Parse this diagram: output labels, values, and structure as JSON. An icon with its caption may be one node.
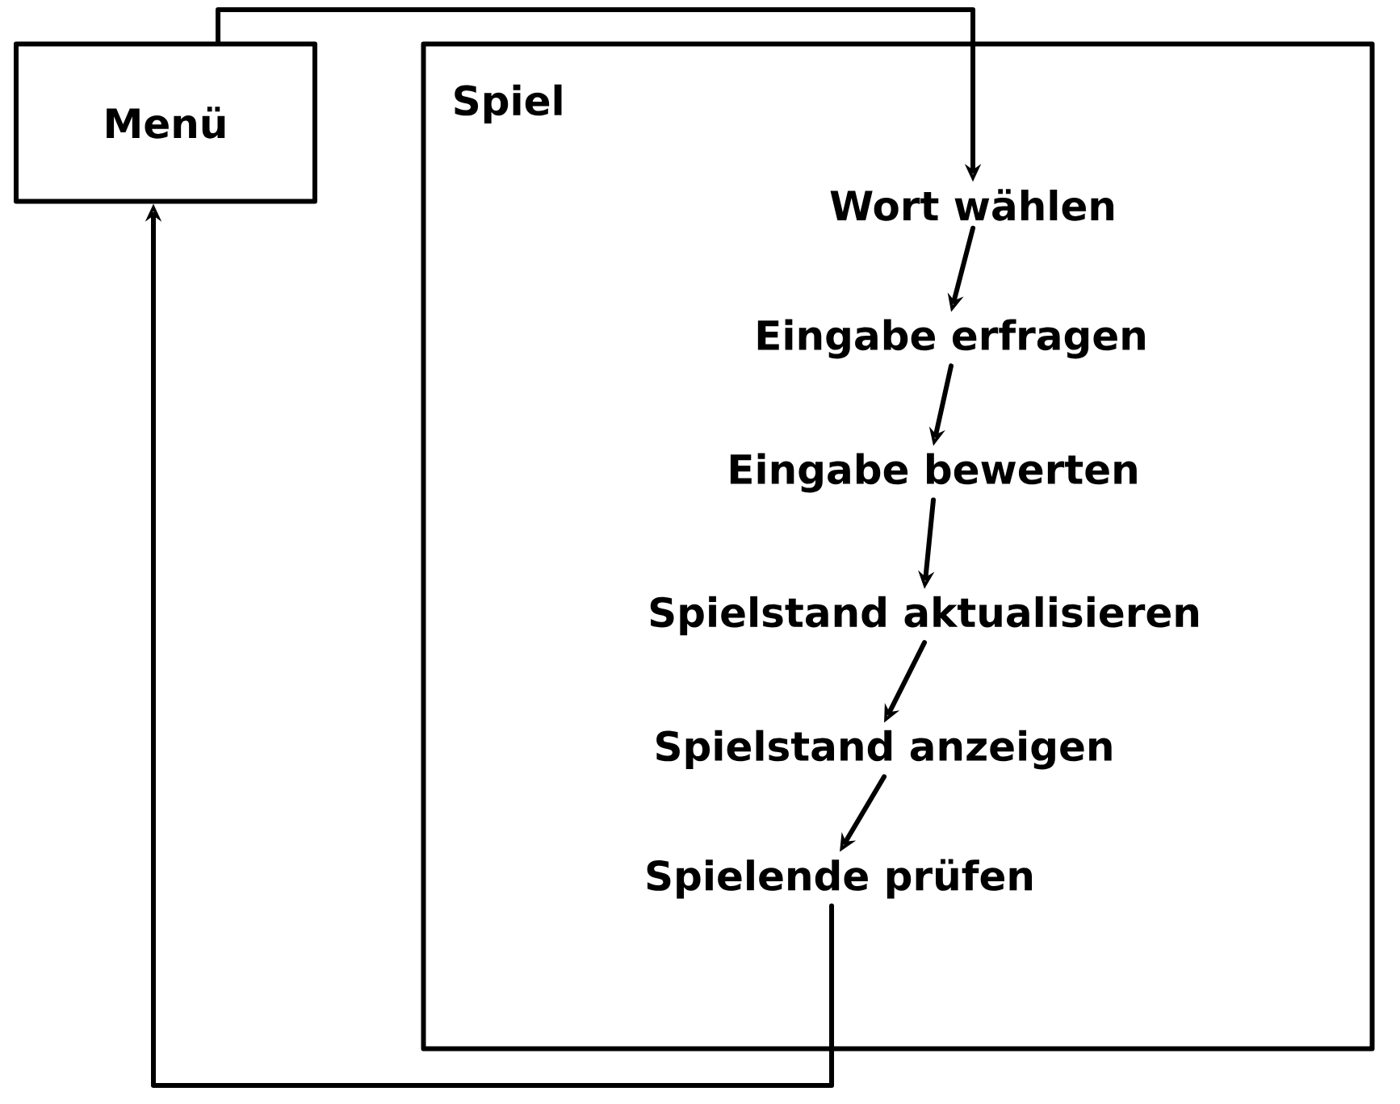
{
  "diagram": {
    "nodes": [
      {
        "text": [
          "Menü"
        ]
      },
      {
        "text": [
          "Spiel"
        ]
      },
      {
        "text": [
          "Wort wählen"
        ],
        "in": 1
      },
      {
        "text": [
          "Eingabe erfragen"
        ],
        "in": 1
      },
      {
        "text": [
          "Eingabe bewerten"
        ],
        "in": 1
      },
      {
        "text": [
          "Spielstand aktualisieren"
        ],
        "in": 1
      },
      {
        "text": [
          "Spielstand anzeigen"
        ],
        "in": 1
      },
      {
        "text": [
          "Spielende prüfen"
        ],
        "in": 1
      }
    ],
    "edges": [
      {
        "from": 0,
        "to": 2,
        "arrow": "to"
      },
      {
        "from": 2,
        "to": 3,
        "arrow": "to"
      },
      {
        "from": 3,
        "to": 4,
        "arrow": "to"
      },
      {
        "from": 4,
        "to": 5,
        "arrow": "to"
      },
      {
        "from": 5,
        "to": 6,
        "arrow": "to"
      },
      {
        "from": 6,
        "to": 7,
        "arrow": "to"
      },
      {
        "from": 7,
        "to": 0,
        "arrow": "to"
      }
    ]
  }
}
